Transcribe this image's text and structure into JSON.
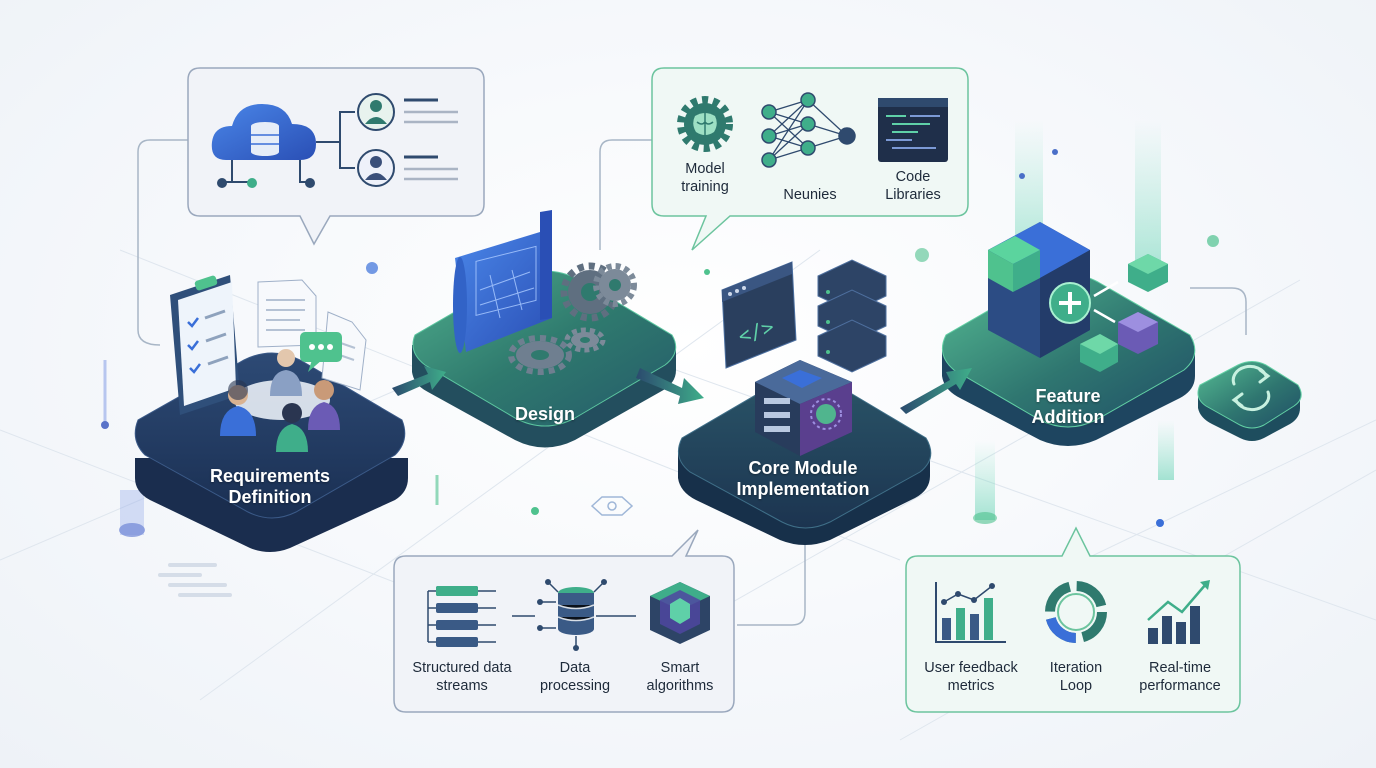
{
  "stages": [
    {
      "id": "requirements",
      "line1": "Requirements",
      "line2": "Definition"
    },
    {
      "id": "design",
      "line1": "Design",
      "line2": ""
    },
    {
      "id": "core",
      "line1": "Core Module",
      "line2": "Implementation"
    },
    {
      "id": "feature",
      "line1": "Feature",
      "line2": "Addition"
    }
  ],
  "ml_panel": {
    "items": [
      {
        "line1": "Model",
        "line2": "training"
      },
      {
        "line1": "Neunies",
        "line2": ""
      },
      {
        "line1": "Code",
        "line2": "Libraries"
      }
    ]
  },
  "data_panel": {
    "items": [
      {
        "line1": "Structured data",
        "line2": "streams"
      },
      {
        "line1": "Data",
        "line2": "processing"
      },
      {
        "line1": "Smart",
        "line2": "algorithms"
      }
    ]
  },
  "feedback_panel": {
    "items": [
      {
        "line1": "User feedback",
        "line2": "metrics"
      },
      {
        "line1": "Iteration",
        "line2": "Loop"
      },
      {
        "line1": "Real-time",
        "line2": "performance"
      }
    ]
  },
  "colors": {
    "navy": "#1f3a5f",
    "teal": "#2f7a6e",
    "green": "#4fc28e",
    "blue": "#3a6fd8",
    "purple": "#6b5bb5"
  },
  "icons": [
    "cloud-database-icon",
    "user-icon",
    "clipboard-icon",
    "document-icon",
    "chat-icon",
    "team-icon",
    "blueprint-icon",
    "gear-icon",
    "code-window-icon",
    "server-icon",
    "cube-icon",
    "plus-icon",
    "sync-icon",
    "brain-gear-icon",
    "neural-network-icon",
    "code-editor-icon",
    "data-stream-icon",
    "database-icon",
    "algorithm-chip-icon",
    "bar-chart-icon",
    "cycle-icon",
    "trend-chart-icon"
  ]
}
